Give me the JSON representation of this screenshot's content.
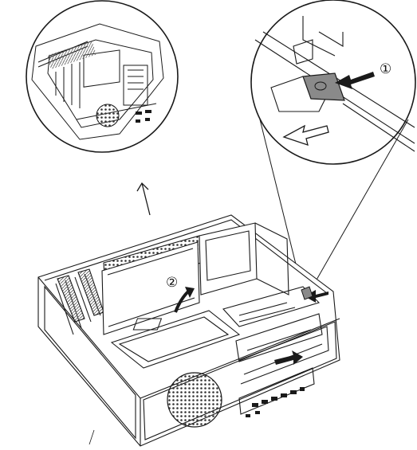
{
  "labels": {
    "step1": "①",
    "step2": "②"
  },
  "colors": {
    "line": "#1a1a1a",
    "latch_fill": "#8a8a8a",
    "paper": "#ffffff",
    "grille": "#444444"
  },
  "icons": {
    "push_arrow": "arrow-right-solid",
    "slide_arrow": "arrow-left-outline",
    "lift_arrow": "curved-arrow-up",
    "zoom_arrow": "arrow-up-thin"
  }
}
